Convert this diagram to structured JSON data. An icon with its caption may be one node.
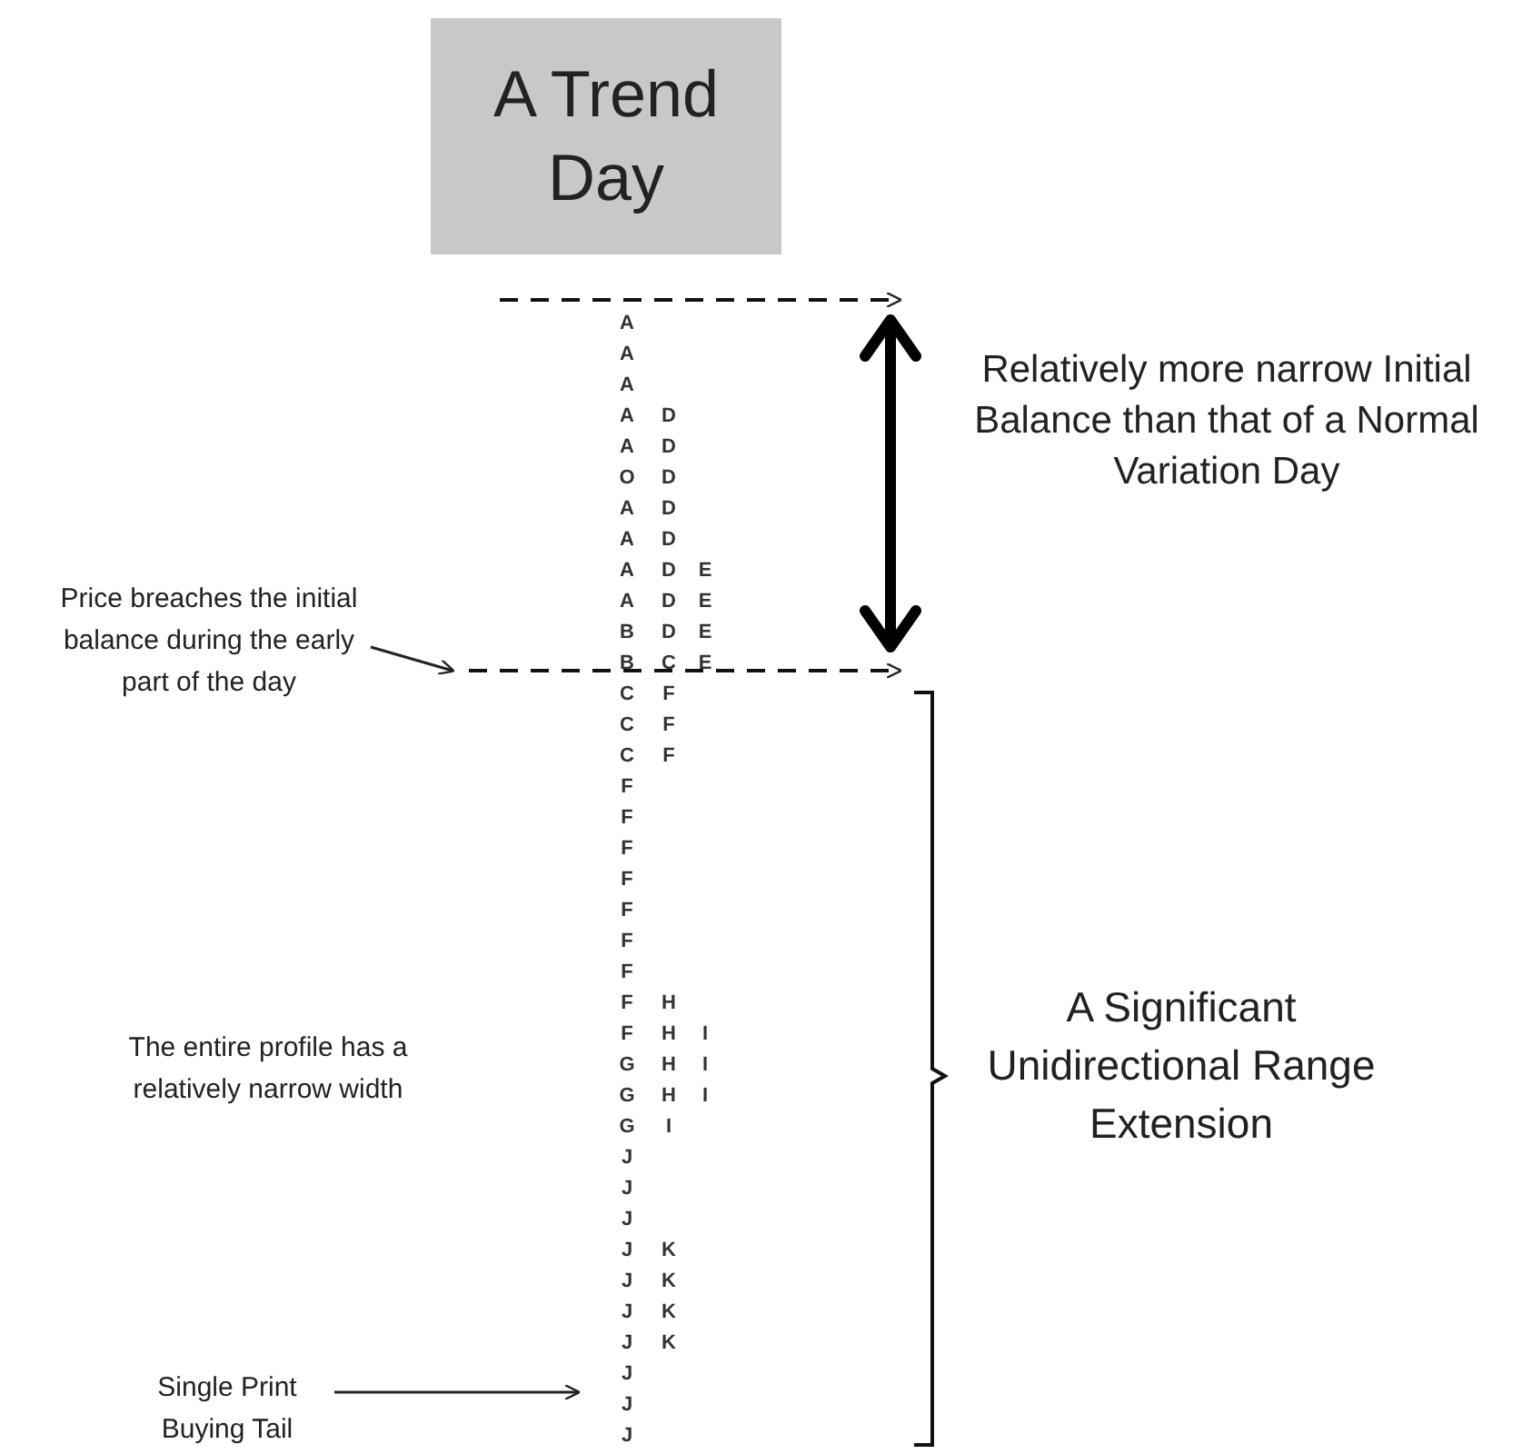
{
  "diagram": {
    "nodes": [
      {
        "text": [
          "A Trend Day"
        ]
      },
      {
        "text": [
          "Price breaches the initial balance during the early part of the day"
        ]
      },
      {
        "text": [
          "Single Print Buying Tail"
        ]
      }
    ],
    "edges": [
      {
        "from": 1,
        "to": null,
        "arrow": "to"
      },
      {
        "from": 2,
        "to": null,
        "arrow": "to"
      }
    ],
    "labels": [
      "Relatively more narrow Initial Balance than that of a Normal Variation Day",
      "The entire profile has a relatively narrow width",
      "A Significant Unidirectional Range Extension",
      "A",
      "A",
      "A",
      "A",
      "D",
      "A",
      "D",
      "O",
      "D",
      "A",
      "D",
      "A",
      "D",
      "A",
      "D",
      "E",
      "A",
      "D",
      "E",
      "B",
      "D",
      "E",
      "B",
      "C",
      "E",
      "C",
      "F",
      "C",
      "F",
      "C",
      "F",
      "F",
      "F",
      "F",
      "F",
      "F",
      "F",
      "F",
      "F",
      "H",
      "F",
      "H",
      "I",
      "G",
      "H",
      "I",
      "G",
      "H",
      "I",
      "G",
      "I",
      "J",
      "J",
      "J",
      "J",
      "K",
      "J",
      "K",
      "J",
      "K",
      "J",
      "K",
      "J",
      "J",
      "J"
    ]
  }
}
